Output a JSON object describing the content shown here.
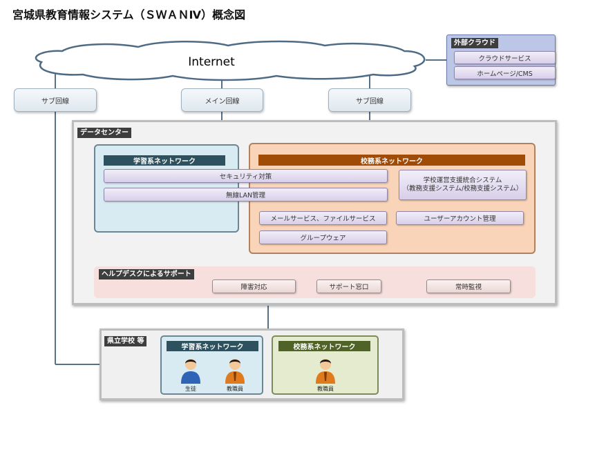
{
  "title": "宮城県教育情報システム（ＳＷＡＮⅣ）概念図",
  "internet": "Internet",
  "circuits": {
    "sub_left": "サブ回線",
    "main": "メイン回線",
    "sub_right": "サブ回線"
  },
  "external_cloud": {
    "label": "外部クラウド",
    "items": [
      "クラウドサービス",
      "ホームページ/CMS"
    ]
  },
  "data_center": {
    "label": "データセンター",
    "learning_network": "学習系ネットワーク",
    "admin_network": "校務系ネットワーク",
    "security": "セキュリティ対策",
    "wireless_lan": "無線LAN管理",
    "school_system_line1": "学校運営支援統合システム",
    "school_system_line2": "（教務支援システム/校務支援システム）",
    "mail_file": "メールサービス、ファイルサービス",
    "user_account": "ユーザーアカウント管理",
    "groupware": "グループウェア",
    "helpdesk": {
      "label": "ヘルプデスクによるサポート",
      "items": [
        "障害対応",
        "サポート窓口",
        "常時監視"
      ]
    }
  },
  "school": {
    "label": "県立学校 等",
    "learning_network": "学習系ネットワーク",
    "admin_network": "校務系ネットワーク",
    "student": "生徒",
    "staff": "教職員",
    "admin_staff": "教職員"
  },
  "colors": {
    "student": "#2f63b6",
    "staff": "#e07a1e",
    "skin": "#f3c99a",
    "hair": "#1a1a1a"
  }
}
